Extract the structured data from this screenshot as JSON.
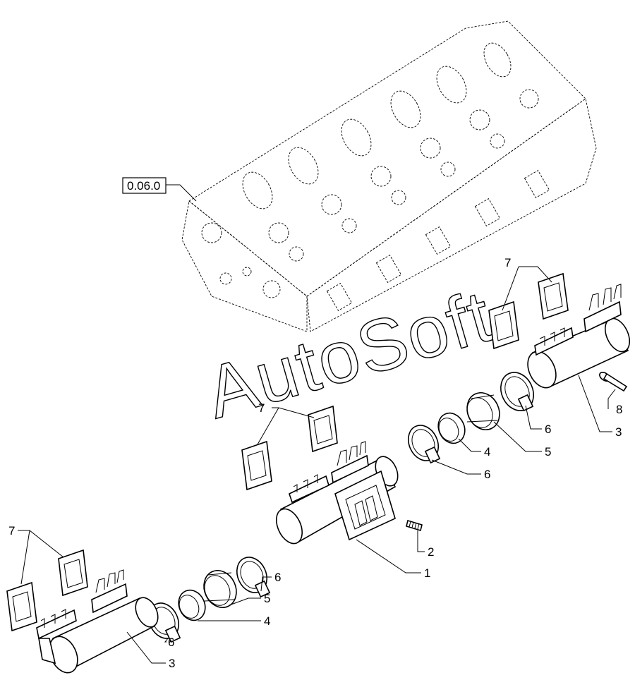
{
  "reference_box": {
    "label": "0.06.0"
  },
  "watermark": {
    "text": "AutoSoft"
  },
  "callouts": {
    "gasket_top": "7",
    "gasket_mid": "7",
    "gasket_left": "7",
    "bolt": "8",
    "pipe_right": "3",
    "pipe_left": "3",
    "clamp_right_outer": "6",
    "clamp_right_inner": "6",
    "clamp_left_inner": "6",
    "clamp_left_outer": "6",
    "sleeve_right": "4",
    "sleeve_left": "4",
    "bellows_right": "5",
    "bellows_left": "5",
    "stud": "2",
    "center_manifold": "1"
  }
}
